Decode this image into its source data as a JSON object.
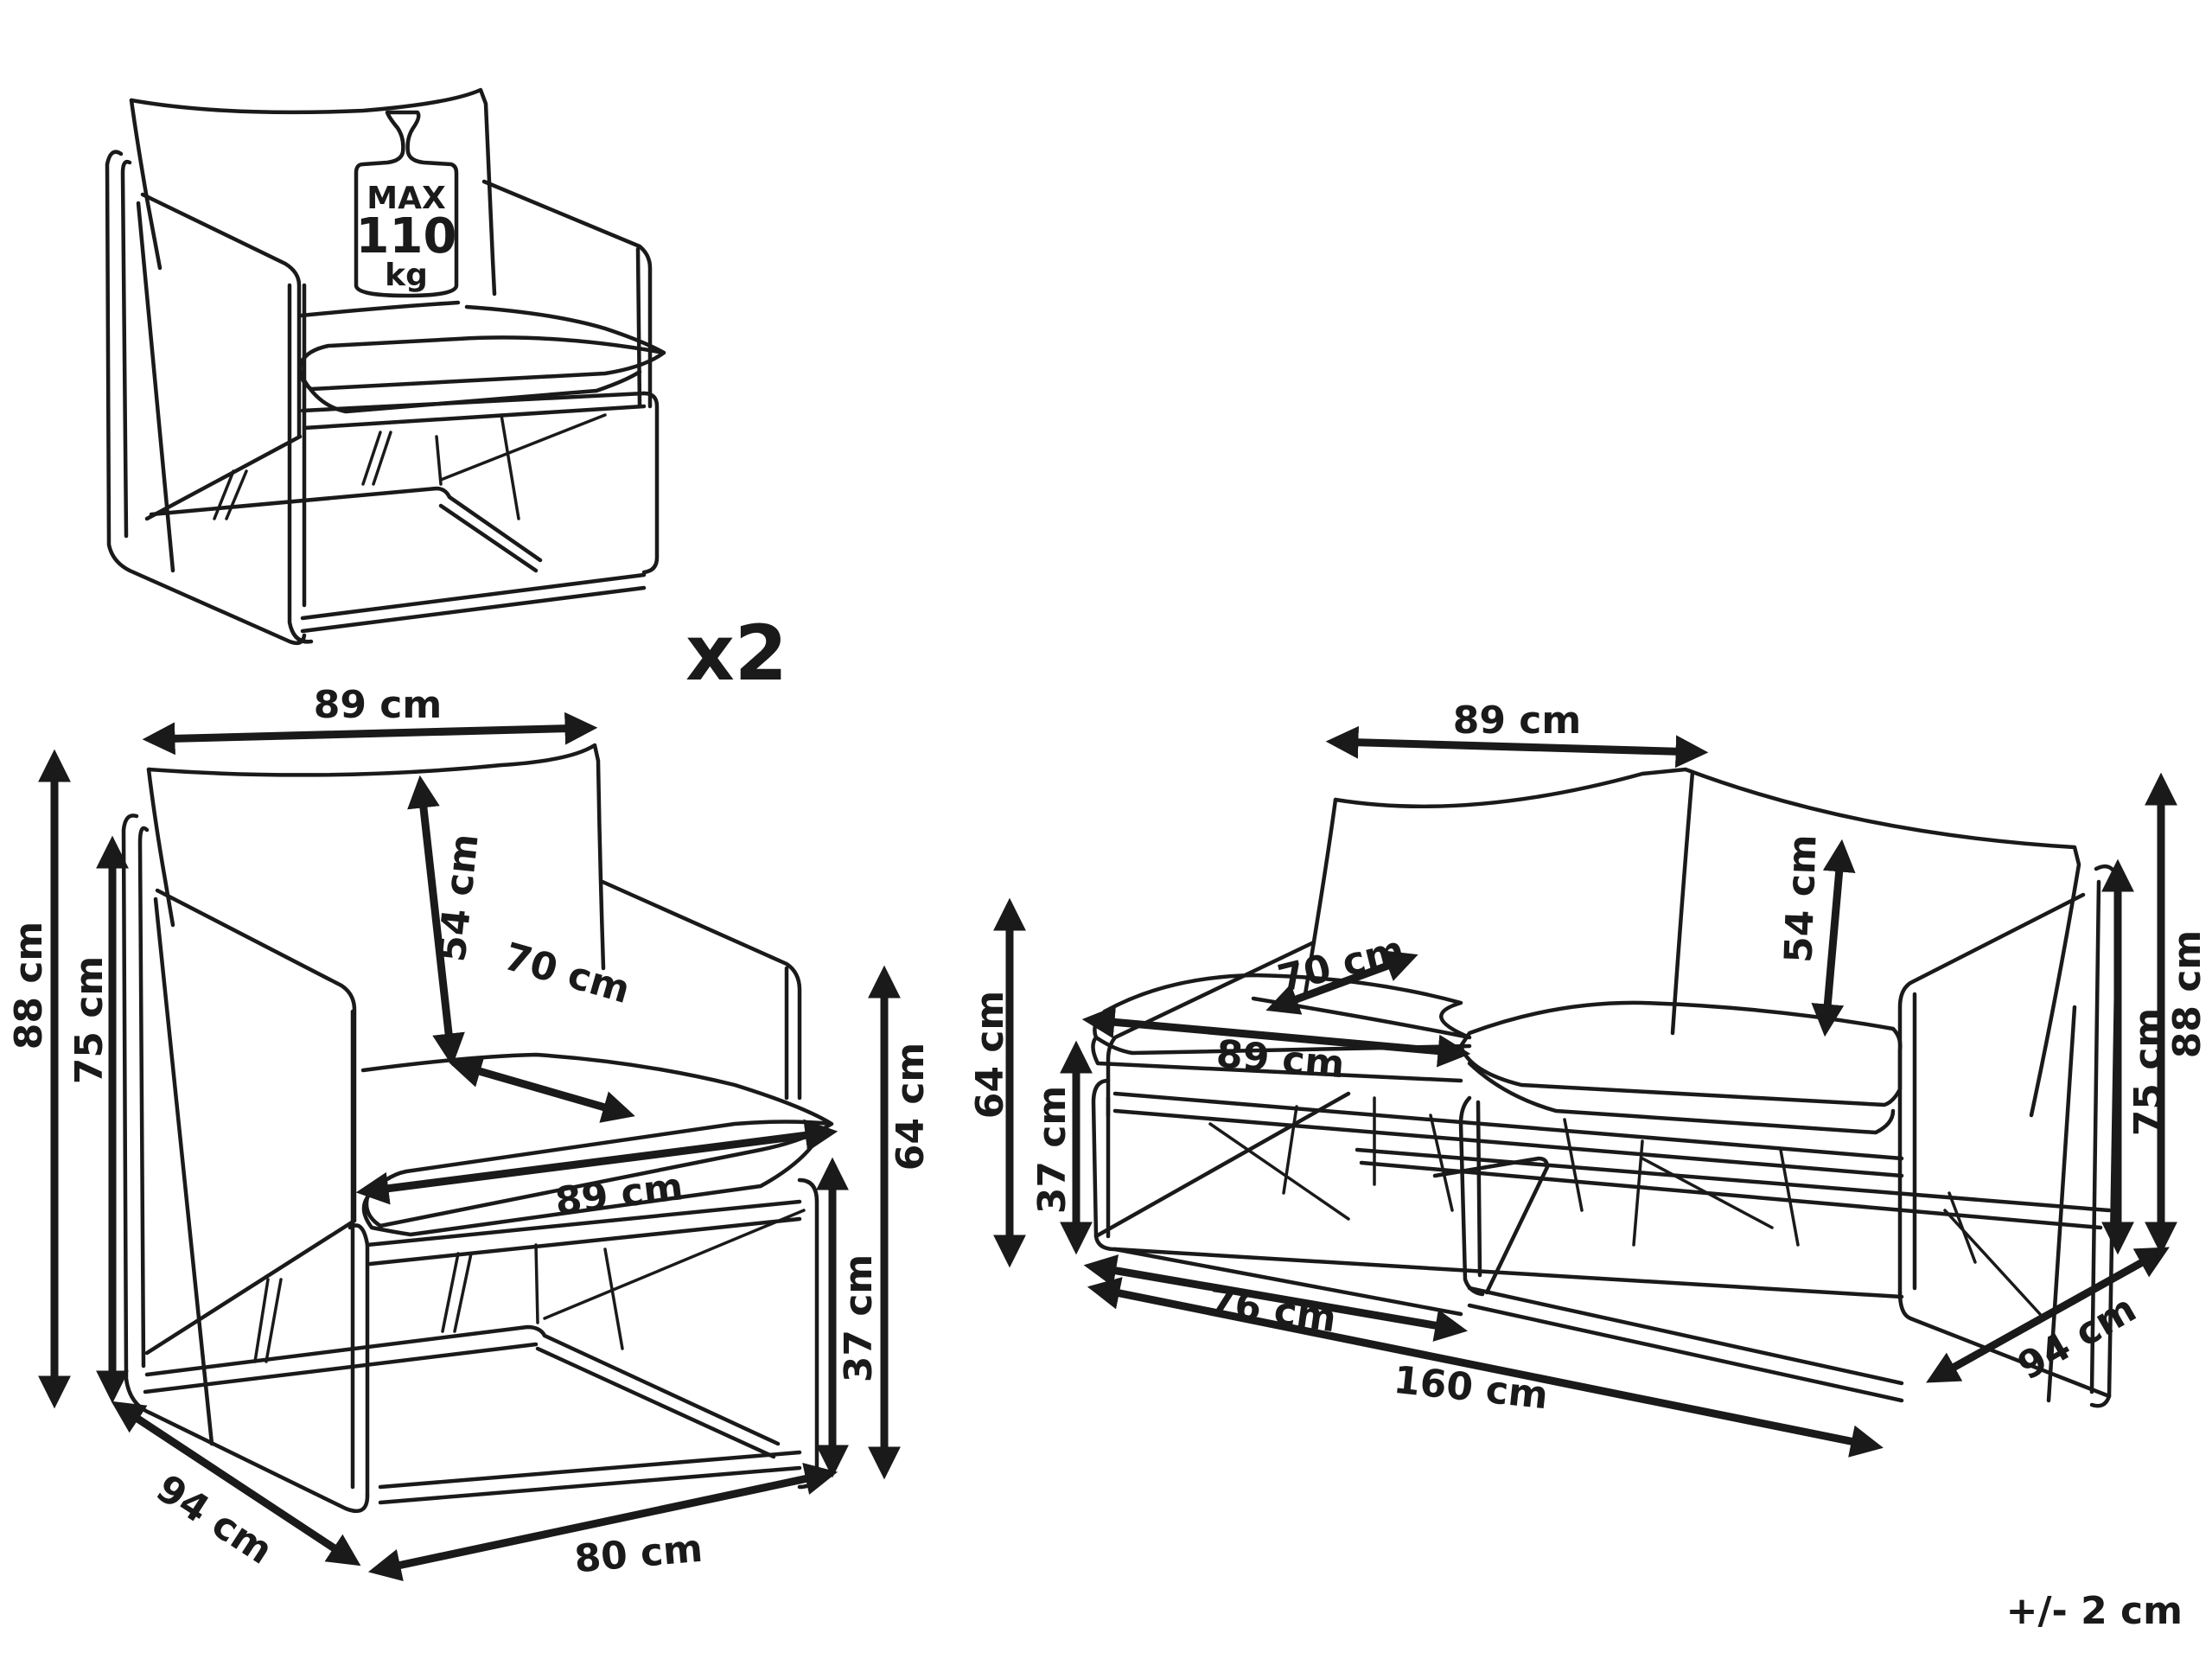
{
  "colors": {
    "line": "#1a1a1a",
    "background": "#ffffff"
  },
  "weight_badge": {
    "line1": "MAX",
    "line2": "110",
    "line3": "kg"
  },
  "quantity_label": "x2",
  "armchair_dimensions": {
    "backrest_width": "89 cm",
    "backrest_height": "54 cm",
    "seat_depth": "70 cm",
    "seat_width": "89 cm",
    "total_height": "88 cm",
    "armrest_height": "75 cm",
    "seat_height": "37 cm",
    "cushion_top_height": "64 cm",
    "depth": "94 cm",
    "width": "80 cm"
  },
  "sofa_dimensions": {
    "backrest_width": "89 cm",
    "backrest_height": "54 cm",
    "seat_depth": "70 cm",
    "seat_width": "89 cm",
    "cushion_top_height": "64 cm",
    "seat_height": "37 cm",
    "single_seat_width": "76 cm",
    "total_width": "160 cm",
    "armrest_height": "75 cm",
    "total_height": "88 cm",
    "depth": "94 cm"
  },
  "tolerance_note": "+/- 2 cm"
}
